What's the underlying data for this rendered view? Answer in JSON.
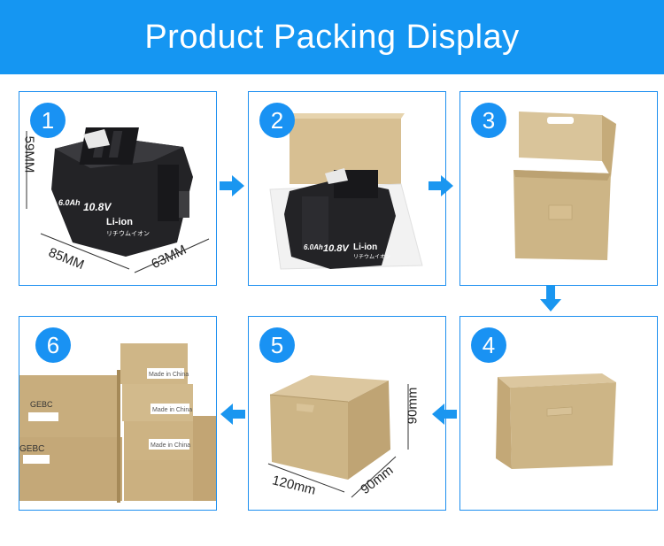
{
  "banner": {
    "title": "Product Packing Display"
  },
  "steps": [
    {
      "number": "1"
    },
    {
      "number": "2"
    },
    {
      "number": "3"
    },
    {
      "number": "4"
    },
    {
      "number": "5"
    },
    {
      "number": "6"
    }
  ],
  "battery_label": {
    "capacity": "6.0",
    "unit": "Ah",
    "voltage": "10.8",
    "voltage_unit": "V",
    "chemistry": "Li-ion",
    "subtitle": "リチウムイオン"
  },
  "dimensions_battery": {
    "height": "59MM",
    "length": "85MM",
    "width": "63MM"
  },
  "dimensions_box": {
    "height": "90mm",
    "length": "120mm",
    "width": "90mm"
  },
  "carton_labels": {
    "made_in_china": "Made in China",
    "brand": "GEBC"
  },
  "colors": {
    "accent": "#1596f2",
    "card_border": "#1d8ff0",
    "kraft": "#cdb586",
    "battery": "#1f1f22"
  }
}
